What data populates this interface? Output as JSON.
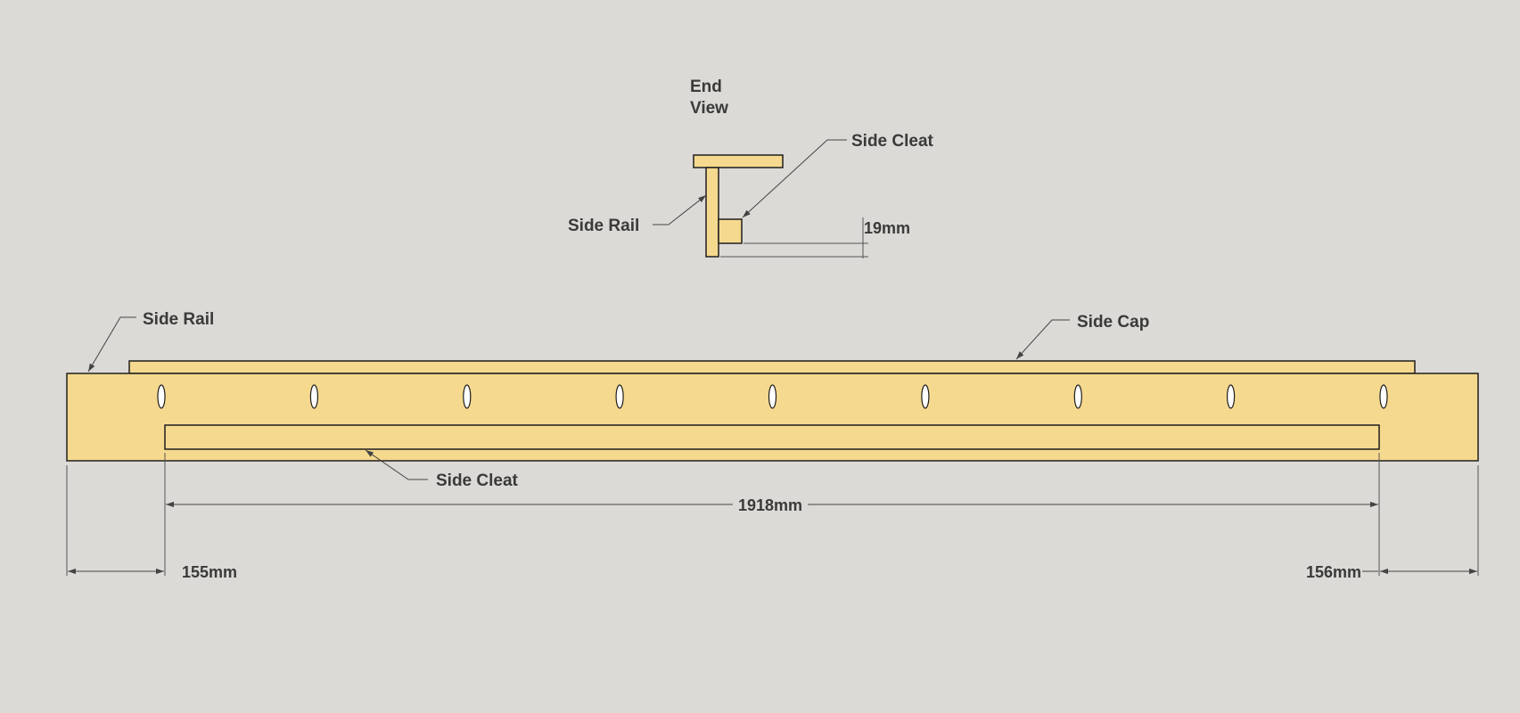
{
  "colors": {
    "background": "#dcdad6",
    "wood": "#f5d98e",
    "outline": "#1e1e1e",
    "leader": "#444444",
    "text": "#3a3a3a"
  },
  "end_view": {
    "title_line1": "End",
    "title_line2": "View",
    "side_cleat_label": "Side Cleat",
    "side_rail_label": "Side Rail",
    "thickness_dimension": "19mm"
  },
  "side_view": {
    "side_rail_label": "Side Rail",
    "side_cap_label": "Side Cap",
    "side_cleat_label": "Side Cleat",
    "cleat_length_dimension": "1918mm",
    "left_offset_dimension": "155mm",
    "right_offset_dimension": "156mm",
    "screw_hole_count": 9
  }
}
